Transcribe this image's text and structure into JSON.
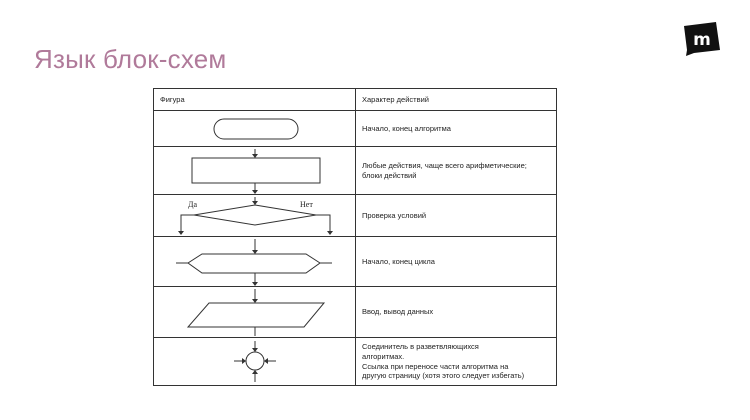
{
  "slide": {
    "title": "Язык блок-схем",
    "logo_letter": "m"
  },
  "table": {
    "headers": [
      "Фигура",
      "Характер действий"
    ],
    "rows": [
      {
        "shape": "terminator",
        "description": "Начало, конец алгоритма"
      },
      {
        "shape": "process",
        "description": "Любые действия, чаще всего арифметические;\nблоки действий"
      },
      {
        "shape": "decision",
        "description": "Проверка условий",
        "branch_yes": "Да",
        "branch_no": "Нет"
      },
      {
        "shape": "loop",
        "description": "Начало, конец цикла"
      },
      {
        "shape": "input-output",
        "description": "Ввод, вывод данных"
      },
      {
        "shape": "connector",
        "description": "Соединитель в разветвляющихся\n  алгоритмах.\nСсылка при переносе части алгоритма на\nдругую страницу (хотя этого следует избегать)"
      }
    ]
  },
  "colors": {
    "title": "#b07a9a",
    "logo": "#111111",
    "lines": "#333333"
  },
  "icons": [
    "m-logo-icon",
    "arrow-down-icon",
    "arrow-right-icon",
    "arrow-left-icon",
    "arrow-up-icon"
  ]
}
